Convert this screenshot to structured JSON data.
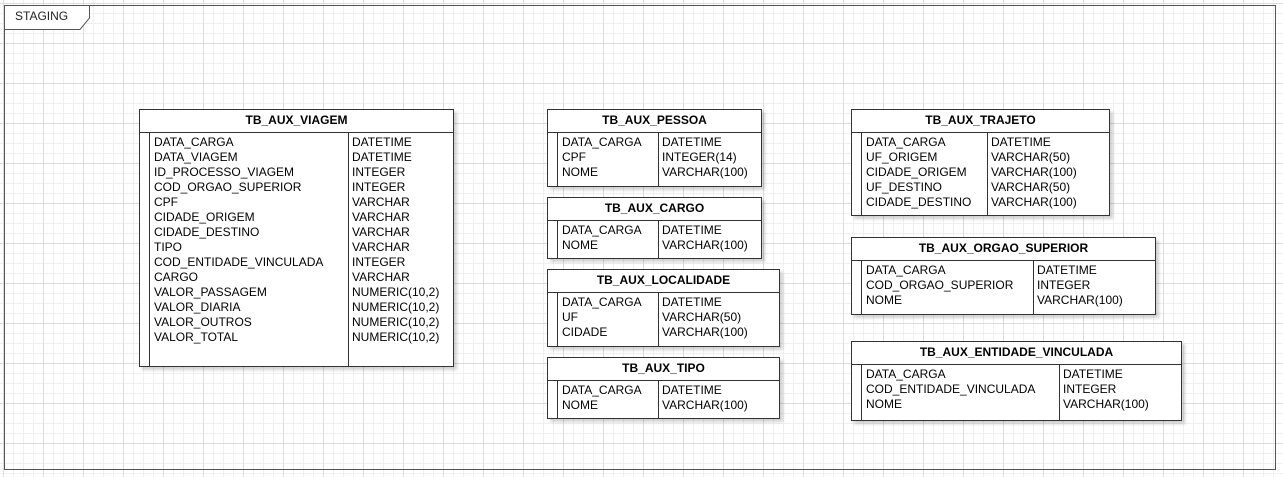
{
  "package": {
    "label": "STAGING"
  },
  "tables": [
    {
      "name": "TB_AUX_VIAGEM",
      "columns": [
        {
          "name": "DATA_CARGA",
          "type": "DATETIME"
        },
        {
          "name": "DATA_VIAGEM",
          "type": "DATETIME"
        },
        {
          "name": "ID_PROCESSO_VIAGEM",
          "type": "INTEGER"
        },
        {
          "name": "COD_ORGAO_SUPERIOR",
          "type": "INTEGER"
        },
        {
          "name": "CPF",
          "type": "VARCHAR"
        },
        {
          "name": "CIDADE_ORIGEM",
          "type": "VARCHAR"
        },
        {
          "name": "CIDADE_DESTINO",
          "type": "VARCHAR"
        },
        {
          "name": "TIPO",
          "type": "VARCHAR"
        },
        {
          "name": "COD_ENTIDADE_VINCULADA",
          "type": "INTEGER"
        },
        {
          "name": "CARGO",
          "type": "VARCHAR"
        },
        {
          "name": "VALOR_PASSAGEM",
          "type": "NUMERIC(10,2)"
        },
        {
          "name": "VALOR_DIARIA",
          "type": "NUMERIC(10,2)"
        },
        {
          "name": "VALOR_OUTROS",
          "type": "NUMERIC(10,2)"
        },
        {
          "name": "VALOR_TOTAL",
          "type": "NUMERIC(10,2)"
        }
      ]
    },
    {
      "name": "TB_AUX_PESSOA",
      "columns": [
        {
          "name": "DATA_CARGA",
          "type": "DATETIME"
        },
        {
          "name": "CPF",
          "type": "INTEGER(14)"
        },
        {
          "name": "NOME",
          "type": "VARCHAR(100)"
        }
      ]
    },
    {
      "name": "TB_AUX_CARGO",
      "columns": [
        {
          "name": "DATA_CARGA",
          "type": "DATETIME"
        },
        {
          "name": "NOME",
          "type": "VARCHAR(100)"
        }
      ]
    },
    {
      "name": "TB_AUX_LOCALIDADE",
      "columns": [
        {
          "name": "DATA_CARGA",
          "type": "DATETIME"
        },
        {
          "name": "UF",
          "type": "VARCHAR(50)"
        },
        {
          "name": "CIDADE",
          "type": "VARCHAR(100)"
        }
      ]
    },
    {
      "name": "TB_AUX_TIPO",
      "columns": [
        {
          "name": "DATA_CARGA",
          "type": "DATETIME"
        },
        {
          "name": "NOME",
          "type": "VARCHAR(100)"
        }
      ]
    },
    {
      "name": "TB_AUX_TRAJETO",
      "columns": [
        {
          "name": "DATA_CARGA",
          "type": "DATETIME"
        },
        {
          "name": "UF_ORIGEM",
          "type": "VARCHAR(50)"
        },
        {
          "name": "CIDADE_ORIGEM",
          "type": "VARCHAR(100)"
        },
        {
          "name": "UF_DESTINO",
          "type": "VARCHAR(50)"
        },
        {
          "name": "CIDADE_DESTINO",
          "type": "VARCHAR(100)"
        }
      ]
    },
    {
      "name": "TB_AUX_ORGAO_SUPERIOR",
      "columns": [
        {
          "name": "DATA_CARGA",
          "type": "DATETIME"
        },
        {
          "name": "COD_ORGAO_SUPERIOR",
          "type": "INTEGER"
        },
        {
          "name": "NOME",
          "type": "VARCHAR(100)"
        }
      ]
    },
    {
      "name": "TB_AUX_ENTIDADE_VINCULADA",
      "columns": [
        {
          "name": "DATA_CARGA",
          "type": "DATETIME"
        },
        {
          "name": "COD_ENTIDADE_VINCULADA",
          "type": "INTEGER"
        },
        {
          "name": "NOME",
          "type": "VARCHAR(100)"
        }
      ]
    }
  ]
}
